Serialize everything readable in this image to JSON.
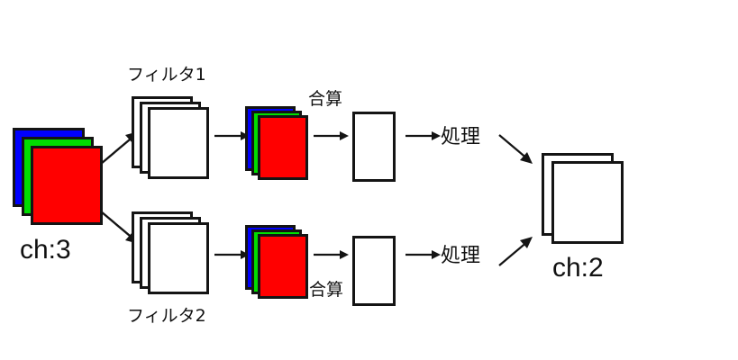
{
  "diagram": {
    "title": "CNN multi-channel convolution diagram",
    "language": "ja",
    "colors": {
      "red": "#ff0000",
      "green": "#00dd00",
      "blue": "#0000ff",
      "outline": "#141414",
      "background": "#ffffff"
    },
    "input": {
      "label": "ch:3",
      "channel_count": 3,
      "channel_colors": [
        "#0000ff",
        "#00dd00",
        "#ff0000"
      ]
    },
    "output": {
      "label": "ch:2",
      "channel_count": 2,
      "sheet_color": "#ffffff"
    },
    "branches": [
      {
        "id": "branch-top",
        "filter_label": "フィルタ1",
        "filter_sheet_count": 3,
        "featuremap_label": "合算",
        "featuremap_channel_count": 3,
        "featuremap_channel_colors": [
          "#0000ff",
          "#00dd00",
          "#ff0000"
        ],
        "sum_result_label": "",
        "process_label": "処理"
      },
      {
        "id": "branch-bottom",
        "filter_label": "フィルタ2",
        "filter_sheet_count": 3,
        "featuremap_label": "合算",
        "featuremap_channel_count": 3,
        "featuremap_channel_colors": [
          "#0000ff",
          "#00dd00",
          "#ff0000"
        ],
        "sum_result_label": "",
        "process_label": "処理"
      }
    ],
    "arrows": {
      "split_top": "arrow-up-right",
      "split_bottom": "arrow-down-right",
      "filter_to_map_top": "arrow-right",
      "filter_to_map_bottom": "arrow-right",
      "map_to_sum_top": "arrow-right",
      "map_to_sum_bottom": "arrow-right",
      "sum_to_process_top": "arrow-right",
      "sum_to_process_bottom": "arrow-right",
      "process_to_output_top": "arrow-down-right",
      "process_to_output_bottom": "arrow-up-right"
    }
  }
}
